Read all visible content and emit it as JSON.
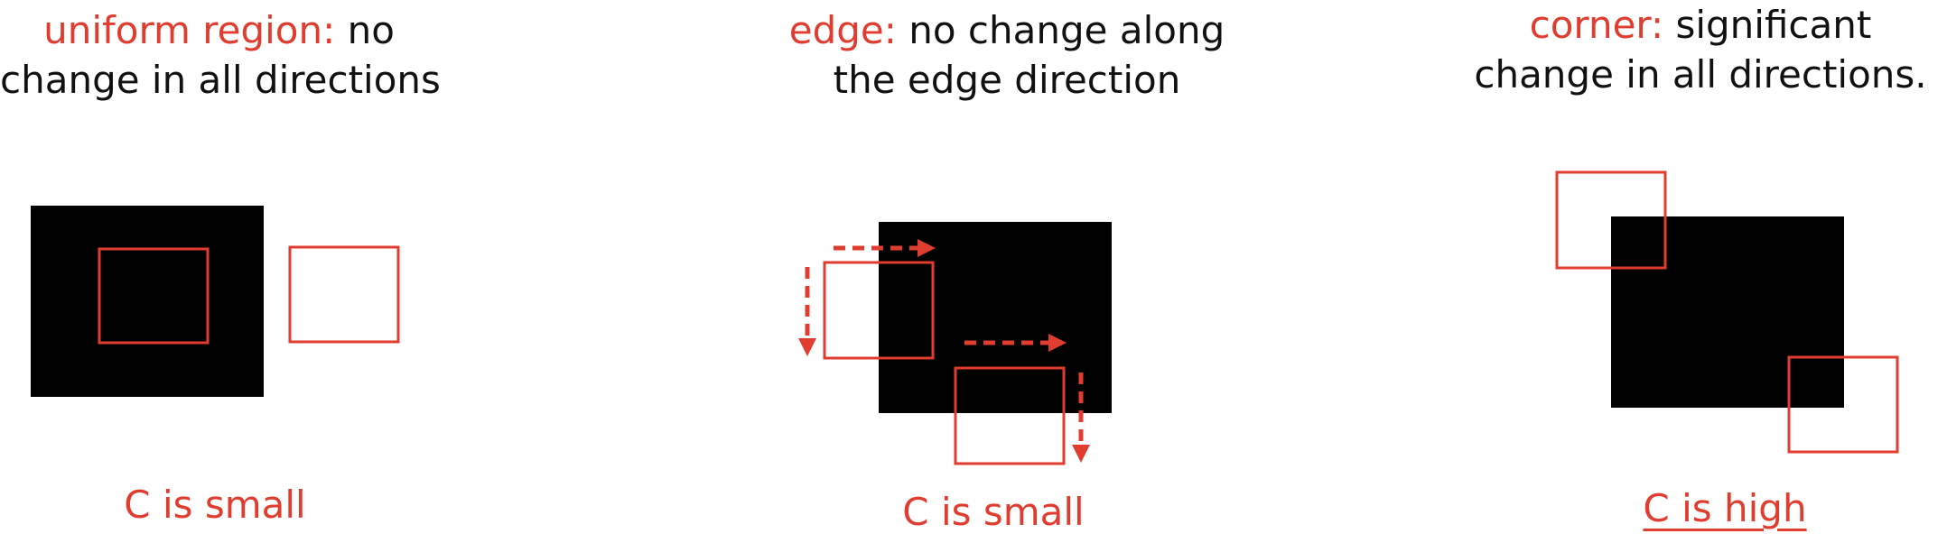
{
  "panels": [
    {
      "title_highlight": "uniform region:",
      "title_rest_line1": " no",
      "title_line2": "change in all directions",
      "result": "C is small"
    },
    {
      "title_highlight": "edge:",
      "title_rest_line1": " no change along",
      "title_line2": "the edge direction",
      "result": "C is small"
    },
    {
      "title_highlight": "corner:",
      "title_rest_line1": " significant",
      "title_line2": "change in all directions.",
      "result": "C is high"
    }
  ],
  "colors": {
    "accent": "#e03c2f",
    "fill": "#000000",
    "text": "#111111"
  }
}
